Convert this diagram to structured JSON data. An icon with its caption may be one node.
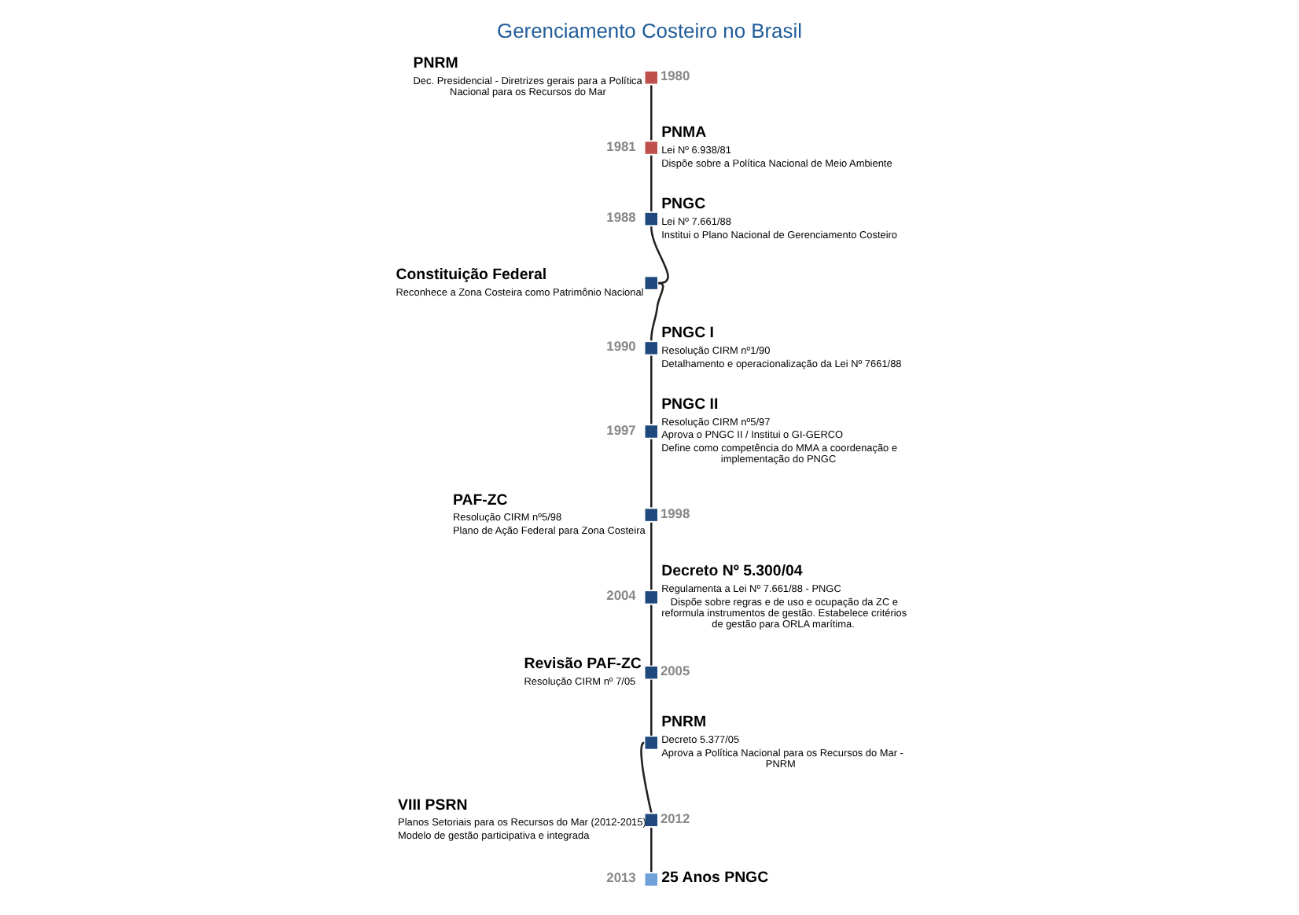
{
  "diagram": {
    "title": "Gerenciamento Costeiro no Brasil",
    "nodes": [
      {
        "text": [
          "PNRM",
          "Dec. Presidencial - Diretrizes gerais para a Política Nacional para os Recursos do Mar"
        ],
        "beside": [
          "1980"
        ]
      },
      {
        "text": [
          "PNMA",
          "Lei Nº 6.938/81",
          "Dispõe sobre a Política Nacional de Meio Ambiente"
        ],
        "beside": [
          "1981"
        ]
      },
      {
        "text": [
          "PNGC",
          "Lei Nº 7.661/88",
          "Institui o Plano Nacional de Gerenciamento Costeiro"
        ],
        "beside": [
          "1988"
        ]
      },
      {
        "text": [
          "Constituição Federal",
          "Reconhece a Zona Costeira como Patrimônio Nacional"
        ]
      },
      {
        "text": [
          "PNGC I",
          "Resolução CIRM nº1/90",
          "Detalhamento e operacionalização da Lei Nº 7661/88"
        ],
        "beside": [
          "1990"
        ]
      },
      {
        "text": [
          "PNGC II",
          "Resolução CIRM nº5/97",
          "Aprova o PNGC II / Institui o GI-GERCO",
          "Define como competência do MMA a coordenação e implementação do PNGC"
        ],
        "beside": [
          "1997"
        ]
      },
      {
        "text": [
          "PAF-ZC",
          "Resolução CIRM nº5/98",
          "Plano de Ação Federal para Zona Costeira"
        ],
        "beside": [
          "1998"
        ]
      },
      {
        "text": [
          "Decreto Nº 5.300/04",
          "Regulamenta a Lei Nº 7.661/88 - PNGC",
          "Dispõe sobre regras e de uso e ocupação da ZC e reformula instrumentos de gestão. Estabelece critérios de gestão para ORLA marítima."
        ],
        "beside": [
          "2004"
        ]
      },
      {
        "text": [
          "Revisão PAF-ZC",
          "Resolução CIRM nº 7/05"
        ],
        "beside": [
          "2005"
        ]
      },
      {
        "text": [
          "PNRM",
          "Decreto 5.377/05",
          "Aprova a Política Nacional para os Recursos do Mar - PNRM"
        ]
      },
      {
        "text": [
          "VIII PSRN",
          "Planos Setoriais para os Recursos do Mar (2012-2015)",
          "Modelo de gestão participativa e integrada"
        ],
        "beside": [
          "2012"
        ]
      },
      {
        "text": [
          "25 Anos PNGC"
        ],
        "beside": [
          "2013"
        ]
      }
    ],
    "edges": [
      {
        "from": 0,
        "to": 1,
        "arrow": "none"
      },
      {
        "from": 1,
        "to": 2,
        "arrow": "none"
      },
      {
        "from": 2,
        "to": 3,
        "arrow": "none"
      },
      {
        "from": 3,
        "to": 4,
        "arrow": "none"
      },
      {
        "from": 4,
        "to": 5,
        "arrow": "none"
      },
      {
        "from": 5,
        "to": 6,
        "arrow": "none"
      },
      {
        "from": 6,
        "to": 7,
        "arrow": "none"
      },
      {
        "from": 7,
        "to": 8,
        "arrow": "none"
      },
      {
        "from": 8,
        "to": 9,
        "arrow": "none"
      },
      {
        "from": 9,
        "to": 10,
        "arrow": "none"
      },
      {
        "from": 10,
        "to": 11,
        "arrow": "none"
      }
    ]
  }
}
